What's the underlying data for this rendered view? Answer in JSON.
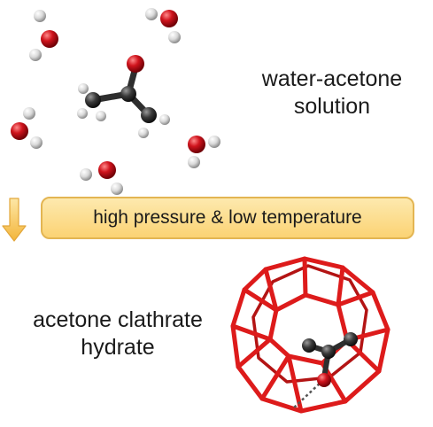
{
  "captions": {
    "solution_line1": "water-acetone",
    "solution_line2": "solution",
    "process": "high pressure & low temperature",
    "product_line1": "acetone clathrate",
    "product_line2": "hydrate"
  },
  "colors": {
    "oxygen": "#d0141d",
    "hydrogen": "#e6e6e6",
    "carbon": "#3a3a3a",
    "cage": "#dd1b1b",
    "banner_fill": "#fcd98a",
    "banner_border": "#e3b552",
    "arrow": "#f6c14b"
  },
  "icons": {
    "process_arrow": "down-arrow-icon"
  }
}
